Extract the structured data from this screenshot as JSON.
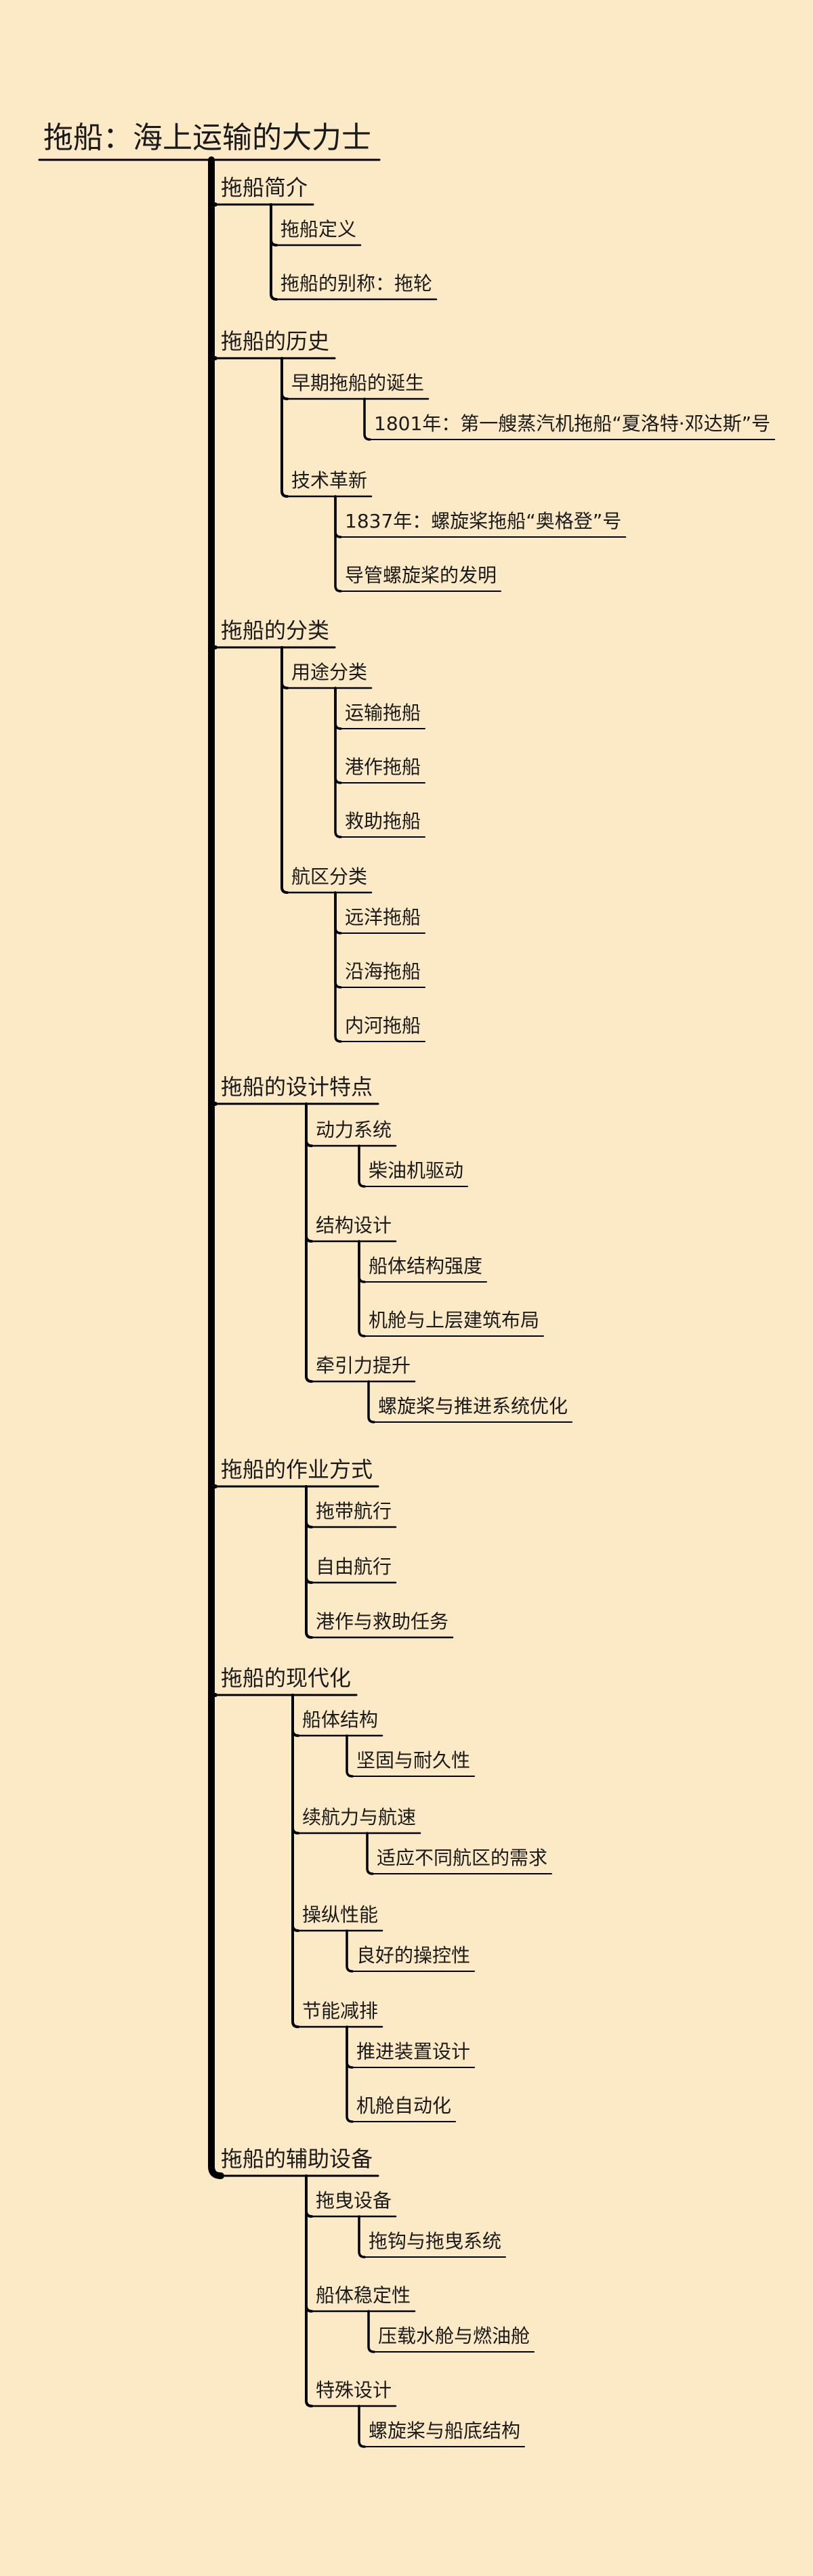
{
  "mindmap": {
    "title": "拖船：海上运输的大力士",
    "branches": [
      {
        "label": "拖船简介",
        "children": [
          {
            "label": "拖船定义",
            "children": []
          },
          {
            "label": "拖船的别称：拖轮",
            "children": []
          }
        ]
      },
      {
        "label": "拖船的历史",
        "children": [
          {
            "label": "早期拖船的诞生",
            "children": [
              {
                "label": "1801年：第一艘蒸汽机拖船“夏洛特·邓达斯”号"
              }
            ]
          },
          {
            "label": "技术革新",
            "children": [
              {
                "label": "1837年：螺旋桨拖船“奥格登”号"
              },
              {
                "label": "导管螺旋桨的发明"
              }
            ]
          }
        ]
      },
      {
        "label": "拖船的分类",
        "children": [
          {
            "label": "用途分类",
            "children": [
              {
                "label": "运输拖船"
              },
              {
                "label": "港作拖船"
              },
              {
                "label": "救助拖船"
              }
            ]
          },
          {
            "label": "航区分类",
            "children": [
              {
                "label": "远洋拖船"
              },
              {
                "label": "沿海拖船"
              },
              {
                "label": "内河拖船"
              }
            ]
          }
        ]
      },
      {
        "label": "拖船的设计特点",
        "children": [
          {
            "label": "动力系统",
            "children": [
              {
                "label": "柴油机驱动"
              }
            ]
          },
          {
            "label": "结构设计",
            "children": [
              {
                "label": "船体结构强度"
              },
              {
                "label": "机舱与上层建筑布局"
              }
            ]
          },
          {
            "label": "牵引力提升",
            "children": [
              {
                "label": "螺旋桨与推进系统优化"
              }
            ]
          }
        ]
      },
      {
        "label": "拖船的作业方式",
        "children": [
          {
            "label": "拖带航行",
            "children": []
          },
          {
            "label": "自由航行",
            "children": []
          },
          {
            "label": "港作与救助任务",
            "children": []
          }
        ]
      },
      {
        "label": "拖船的现代化",
        "children": [
          {
            "label": "船体结构",
            "children": [
              {
                "label": "坚固与耐久性"
              }
            ]
          },
          {
            "label": "续航力与航速",
            "children": [
              {
                "label": "适应不同航区的需求"
              }
            ]
          },
          {
            "label": "操纵性能",
            "children": [
              {
                "label": "良好的操控性"
              }
            ]
          },
          {
            "label": "节能减排",
            "children": [
              {
                "label": "推进装置设计"
              },
              {
                "label": "机舱自动化"
              }
            ]
          }
        ]
      },
      {
        "label": "拖船的辅助设备",
        "children": [
          {
            "label": "拖曳设备",
            "children": [
              {
                "label": "拖钩与拖曳系统"
              }
            ]
          },
          {
            "label": "船体稳定性",
            "children": [
              {
                "label": "压载水舱与燃油舱"
              }
            ]
          },
          {
            "label": "特殊设计",
            "children": [
              {
                "label": "螺旋桨与船底结构"
              }
            ]
          }
        ]
      }
    ]
  },
  "colors": {
    "background": "#fce9c5",
    "line": "#000000",
    "text": "#1a1a1a"
  }
}
